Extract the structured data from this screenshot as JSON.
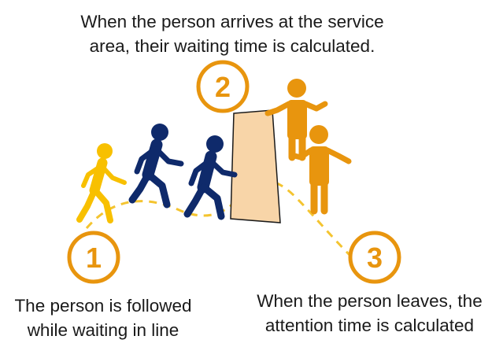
{
  "steps": [
    {
      "number": "1",
      "text_line1": "The person is followed",
      "text_line2": "while waiting in line"
    },
    {
      "number": "2",
      "text_line1": "When the person arrives at the service",
      "text_line2": "area, their waiting time is calculated."
    },
    {
      "number": "3",
      "text_line1": "When the person leaves, the",
      "text_line2": "attention time is calculated"
    }
  ],
  "colors": {
    "accent_orange": "#e8950e",
    "walker_yellow": "#f8c000",
    "walker_navy": "#0f2a6b",
    "service_area_fill": "#f8d5a8",
    "path_dash": "#f4c430",
    "text": "#1a1a1a"
  },
  "icons": [
    "walking-person-icon",
    "standing-person-icon",
    "service-area-shape",
    "dashed-path"
  ]
}
